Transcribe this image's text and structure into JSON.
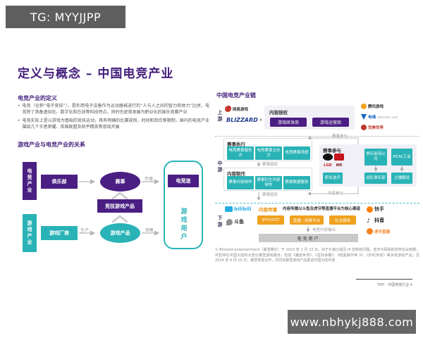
{
  "watermarks": {
    "top": "TG: MYYJJPP",
    "bottom": "www.nbhykj888.com"
  },
  "title": "定义与概念 – 中国电竞产业",
  "colors": {
    "purple": "#4a1e82",
    "teal": "#29b3b6",
    "orange": "#f0a11e",
    "title_purple": "#431d7a"
  },
  "definition": {
    "heading": "电竞产业的定义",
    "bullets": [
      "电竞（全称“电子竞技”），是利用电子设备作为运动器械进行的“人与人之间的智力和体力”比拼，电竞除了具备虚拟化、数字化和在线等科技特点，同时也逐渐发展为职业化的娱乐竞赛产业",
      "电竞实际上是以游戏为基础的竞技运动，具有明确的比赛规则、时间和回合等限制，国内的电竞产业围绕几个王者荣耀、英雄联盟及和平精英等游戏开展"
    ]
  },
  "relationship": {
    "heading": "游戏产业与电竞产业的关系",
    "esports_industry": "电竞产业",
    "game_industry": "游戏产业",
    "club": "俱乐部",
    "event": "赛事",
    "spread": "传播",
    "esports_fan": "电竞迷",
    "competitive_product": "竞技游戏产品",
    "producer": "游戏厂商",
    "produce": "生产",
    "game_product": "游戏产品",
    "sell": "销售",
    "game_user": "游戏用户"
  },
  "chain": {
    "heading": "中国电竞产业链",
    "upstream": {
      "label": "上游",
      "netease": "网易游戏",
      "blizzard": "BLIZZARD",
      "blizzard_note": "①",
      "license": {
        "heading": "内容授权",
        "dev": "游戏研发商",
        "op": "游戏运营商"
      },
      "tencent": "腾讯游戏",
      "dianhun": "电魂",
      "dianhun_sub": "electronic soul",
      "perfect": "完美世界"
    },
    "midstream": {
      "label": "中游",
      "exec": {
        "heading": "赛事执行",
        "boxes": [
          "电竞赛事服务方",
          "电竞赛事主办方",
          "电竞赛事场馆"
        ]
      },
      "license1": "赛事版权",
      "content": {
        "heading": "内容制作",
        "boxes": [
          "赛事内容制作",
          "赛事衍生内容制作",
          "赛事数据服务"
        ]
      },
      "license2": "赛事版权",
      "participation": {
        "heading": "赛事参与",
        "arrow_top": "赛事参与",
        "arrow_bottom": "内容参与",
        "team_lgd": "LGD",
        "team_we": "WE",
        "club_parent": "俱乐部母公司",
        "mcn": "MCN/工会",
        "player": "职业选手",
        "team_club": "战队俱乐部",
        "anchor": "主播解说"
      }
    },
    "downstream": {
      "label": "下游",
      "bilibili": "bilibili",
      "douyu": "斗鱼",
      "spread": {
        "heading": "内容传播",
        "desc": "内容传播以斗鱼及虎牙等直播平台为核心渠道",
        "boxes": [
          "IPTV/OTT",
          "直播／视频平台",
          "社交媒体"
        ]
      },
      "output": "电竞内容输出",
      "users": "电竞用户",
      "kuaishou": "快手",
      "douyin": "抖音",
      "huya": "虎牙直播"
    },
    "footnote": "① Blizzard entertainment（暴雪娱乐）于 2023 年 1 月 23 日，由于价格分成及 IP 控制权问题，宣布与网易的授权协议到期，并暂停在中国大陆的大部分暴雪游戏服务，包括《魔兽世界》、《星际争霸》、《暗黑破坏神 3》、《炉石传说》等多款游戏产品；至 2024 年 4 月 10 日，暴雪恢复合作，共同将暴雪游戏产品重返中国大陆市场",
    "page_footer": "TMT · 中国电竞行业 4"
  }
}
